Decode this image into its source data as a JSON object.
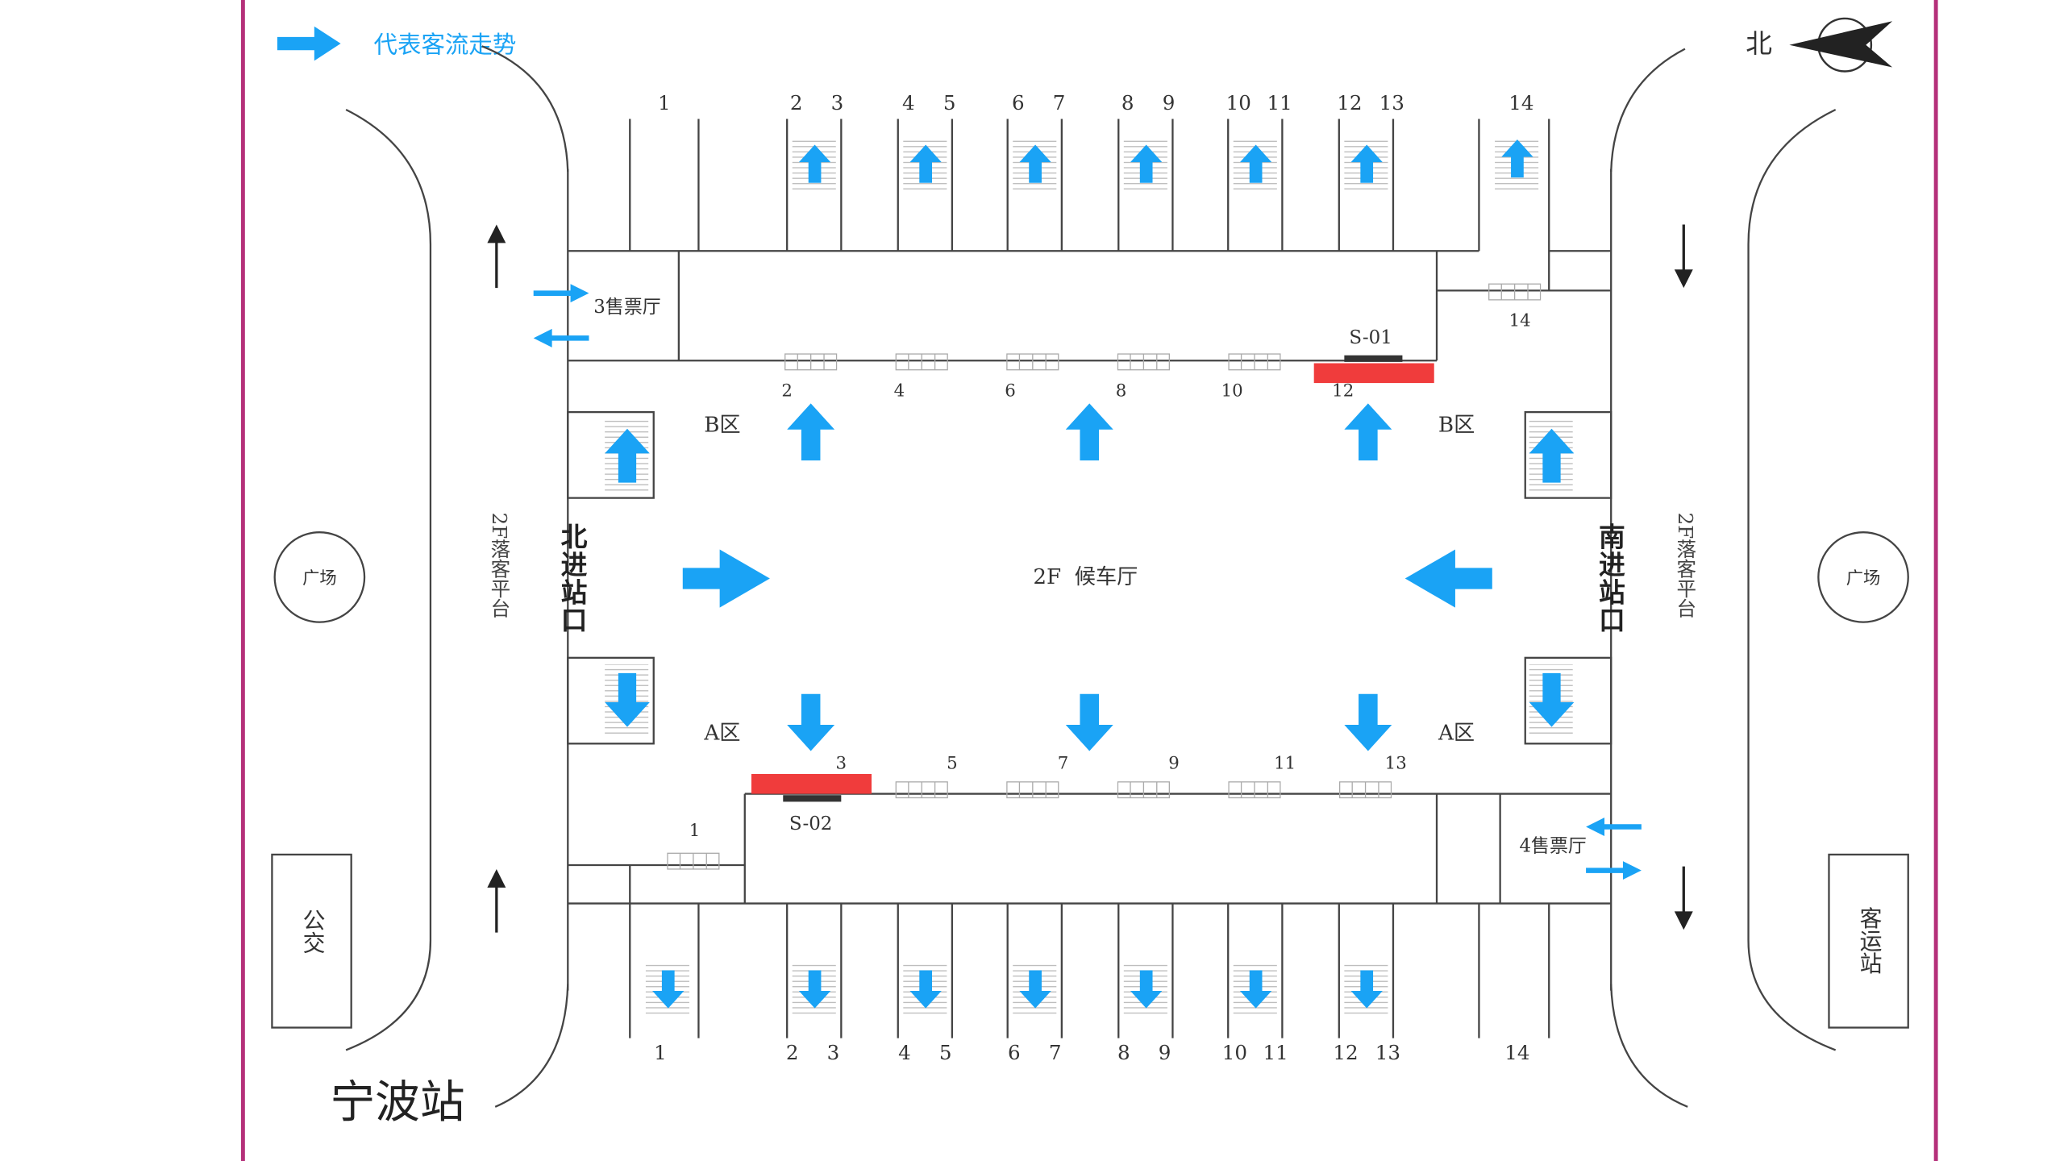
{
  "legend": {
    "text": "代表客流走势"
  },
  "compass": {
    "label": "北"
  },
  "title": "宁波站",
  "hall": {
    "label": "2F  候车厅"
  },
  "entrances": {
    "north": "北进站口",
    "south": "南进站口"
  },
  "platform_side": {
    "left": "2F落客平台",
    "right": "2F落客平台"
  },
  "plaza": {
    "left": "广场",
    "right": "广场"
  },
  "bus": {
    "label": "公交"
  },
  "coach": {
    "label": "客运站"
  },
  "ticket_halls": {
    "north": "3售票厅",
    "south": "4售票厅"
  },
  "zones": {
    "b_left": "B区",
    "b_right": "B区",
    "a_left": "A区",
    "a_right": "A区"
  },
  "ads": {
    "s01": "S-01",
    "s02": "S-02"
  },
  "top_platforms": [
    "1",
    "2",
    "3",
    "4",
    "5",
    "6",
    "7",
    "8",
    "9",
    "10",
    "11",
    "12",
    "13",
    "14"
  ],
  "bottom_platforms": [
    "1",
    "2",
    "3",
    "4",
    "5",
    "6",
    "7",
    "8",
    "9",
    "10",
    "11",
    "12",
    "13",
    "14"
  ],
  "north_gates": [
    "2",
    "4",
    "6",
    "8",
    "10",
    "12"
  ],
  "south_gates": [
    "3",
    "5",
    "7",
    "9",
    "11",
    "13"
  ],
  "gate_14": "14",
  "gate_1": "1",
  "colors": {
    "flow_arrow": "#1aa3f5",
    "ad_panel": "#f03c3c",
    "frame": "#b5307a",
    "line": "#444444"
  }
}
